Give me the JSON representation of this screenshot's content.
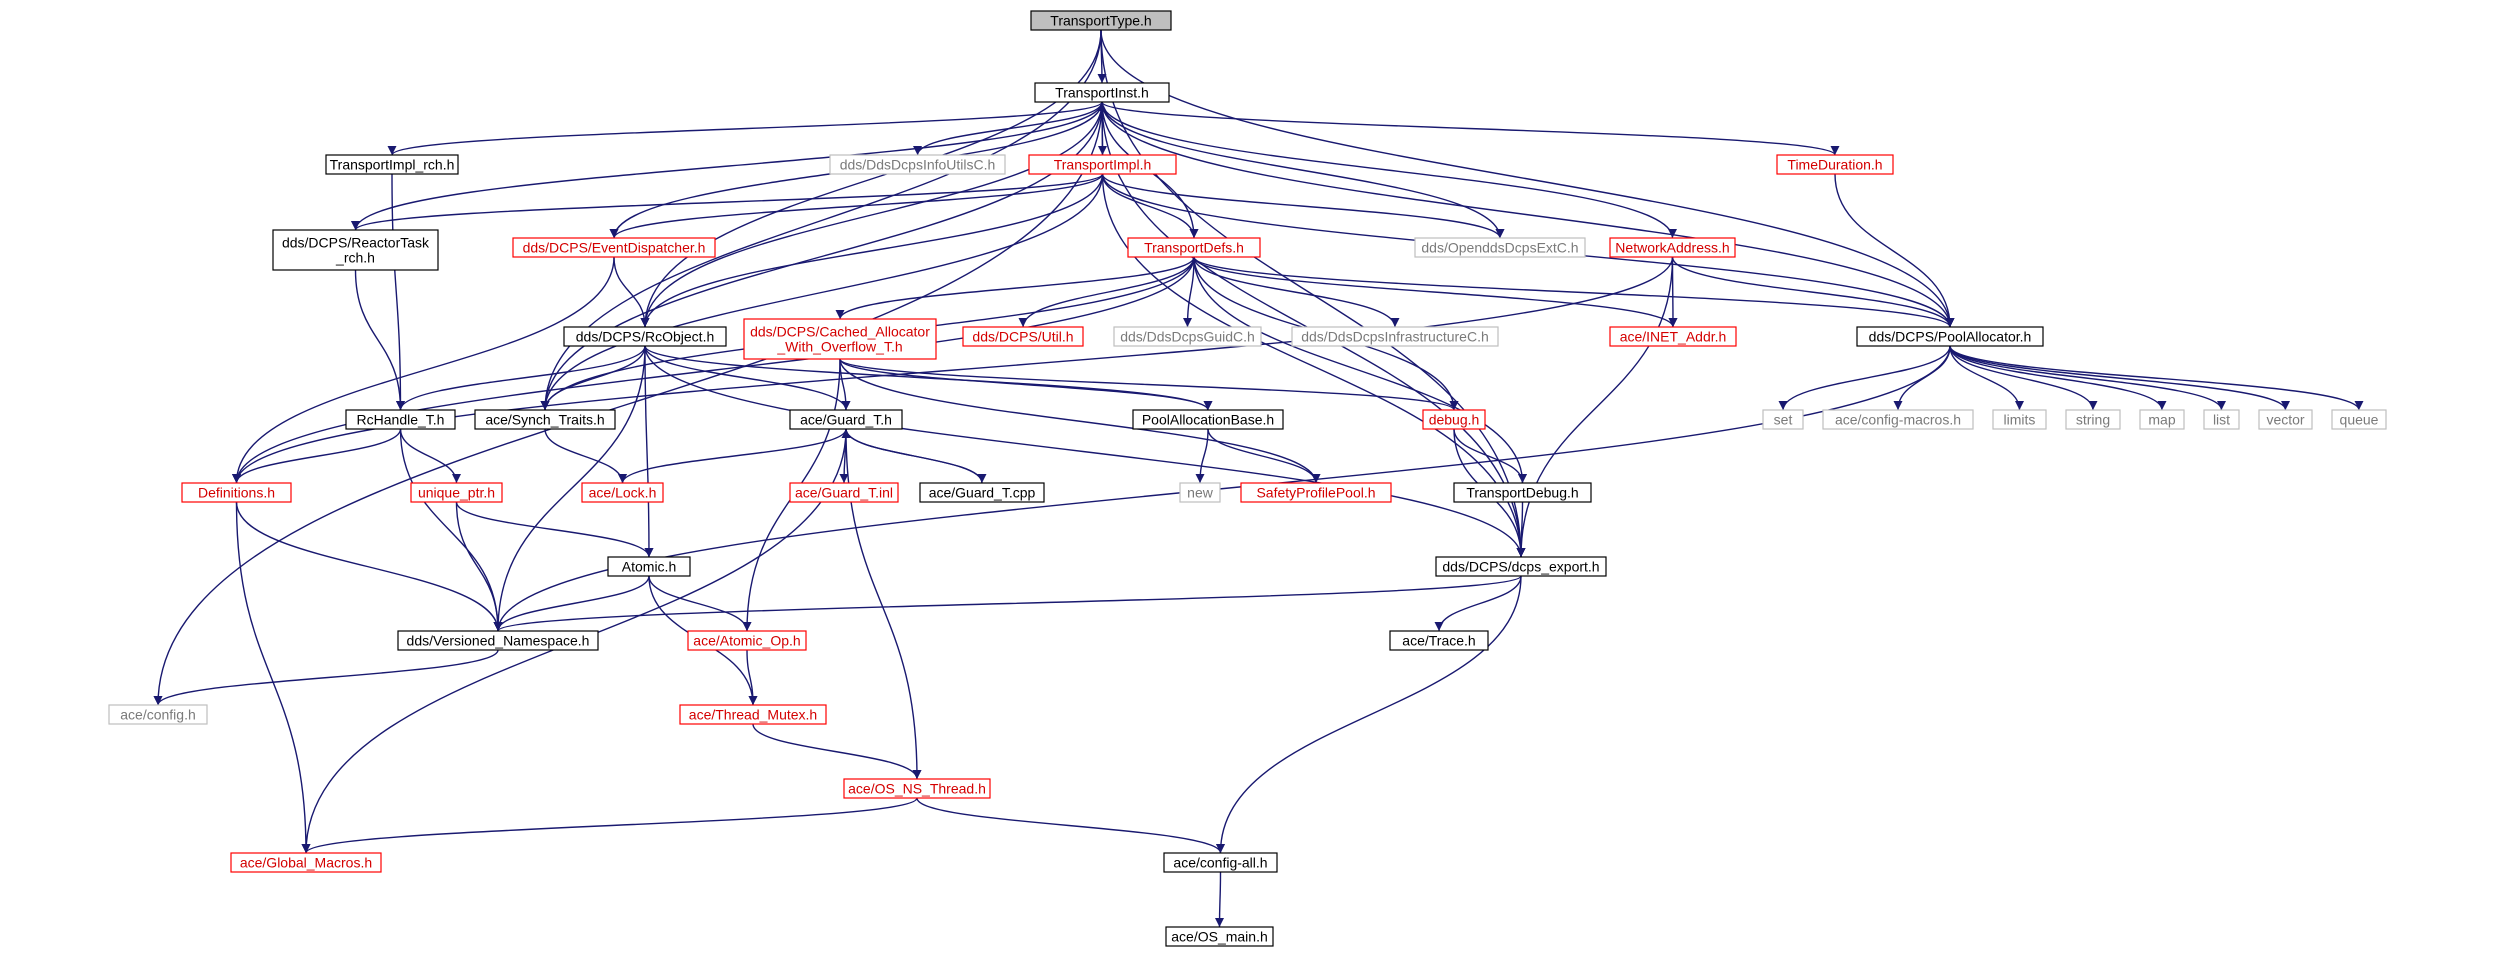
{
  "colors": {
    "root_fill": "#bfbfbf",
    "normal_border": "#000000",
    "missing_border": "#bfbfbf",
    "truncated_border": "#ff0000",
    "edge": "#191970"
  },
  "nodes": {
    "TransportType": {
      "label": "TransportType.h",
      "kind": "root"
    },
    "TransportInst": {
      "label": "TransportInst.h",
      "kind": "normal"
    },
    "TransportImplRch": {
      "label": "TransportImpl_rch.h",
      "kind": "normal"
    },
    "DdsDcpsInfoUtilsC": {
      "label": "dds/DdsDcpsInfoUtilsC.h",
      "kind": "missing"
    },
    "TransportImpl": {
      "label": "TransportImpl.h",
      "kind": "truncated"
    },
    "TimeDuration": {
      "label": "TimeDuration.h",
      "kind": "truncated"
    },
    "ReactorTaskRch": {
      "label": "dds/DCPS/ReactorTask\n_rch.h",
      "kind": "normal"
    },
    "EventDispatcher": {
      "label": "dds/DCPS/EventDispatcher.h",
      "kind": "truncated"
    },
    "TransportDefs": {
      "label": "TransportDefs.h",
      "kind": "truncated"
    },
    "OpenddsDcpsExtC": {
      "label": "dds/OpenddsDcpsExtC.h",
      "kind": "missing"
    },
    "NetworkAddress": {
      "label": "NetworkAddress.h",
      "kind": "truncated"
    },
    "RcObject": {
      "label": "dds/DCPS/RcObject.h",
      "kind": "normal"
    },
    "CachedAllocator": {
      "label": "dds/DCPS/Cached_Allocator\n_With_Overflow_T.h",
      "kind": "truncated"
    },
    "DcpsUtil": {
      "label": "dds/DCPS/Util.h",
      "kind": "truncated"
    },
    "DdsDcpsGuidC": {
      "label": "dds/DdsDcpsGuidC.h",
      "kind": "missing"
    },
    "DdsDcpsInfrastructureC": {
      "label": "dds/DdsDcpsInfrastructureC.h",
      "kind": "missing"
    },
    "INETAddr": {
      "label": "ace/INET_Addr.h",
      "kind": "truncated"
    },
    "PoolAllocator": {
      "label": "dds/DCPS/PoolAllocator.h",
      "kind": "normal"
    },
    "RcHandleT": {
      "label": "RcHandle_T.h",
      "kind": "normal"
    },
    "SynchTraits": {
      "label": "ace/Synch_Traits.h",
      "kind": "normal"
    },
    "GuardT": {
      "label": "ace/Guard_T.h",
      "kind": "normal"
    },
    "PoolAllocationBase": {
      "label": "PoolAllocationBase.h",
      "kind": "normal"
    },
    "debug": {
      "label": "debug.h",
      "kind": "truncated"
    },
    "set": {
      "label": "set",
      "kind": "missing"
    },
    "configMacros": {
      "label": "ace/config-macros.h",
      "kind": "missing"
    },
    "limits": {
      "label": "limits",
      "kind": "missing"
    },
    "string": {
      "label": "string",
      "kind": "missing"
    },
    "map": {
      "label": "map",
      "kind": "missing"
    },
    "list": {
      "label": "list",
      "kind": "missing"
    },
    "vector": {
      "label": "vector",
      "kind": "missing"
    },
    "queue": {
      "label": "queue",
      "kind": "missing"
    },
    "Definitions": {
      "label": "Definitions.h",
      "kind": "truncated"
    },
    "uniquePtr": {
      "label": "unique_ptr.h",
      "kind": "truncated"
    },
    "Lock": {
      "label": "ace/Lock.h",
      "kind": "truncated"
    },
    "GuardTinl": {
      "label": "ace/Guard_T.inl",
      "kind": "truncated"
    },
    "GuardTcpp": {
      "label": "ace/Guard_T.cpp",
      "kind": "normal"
    },
    "new": {
      "label": "new",
      "kind": "missing"
    },
    "SafetyProfilePool": {
      "label": "SafetyProfilePool.h",
      "kind": "truncated"
    },
    "TransportDebug": {
      "label": "TransportDebug.h",
      "kind": "normal"
    },
    "Atomic": {
      "label": "Atomic.h",
      "kind": "normal"
    },
    "dcpsExport": {
      "label": "dds/DCPS/dcps_export.h",
      "kind": "normal"
    },
    "VersionedNamespace": {
      "label": "dds/Versioned_Namespace.h",
      "kind": "normal"
    },
    "AtomicOp": {
      "label": "ace/Atomic_Op.h",
      "kind": "truncated"
    },
    "Trace": {
      "label": "ace/Trace.h",
      "kind": "normal"
    },
    "config": {
      "label": "ace/config.h",
      "kind": "missing"
    },
    "ThreadMutex": {
      "label": "ace/Thread_Mutex.h",
      "kind": "truncated"
    },
    "OSNSThread": {
      "label": "ace/OS_NS_Thread.h",
      "kind": "truncated"
    },
    "GlobalMacros": {
      "label": "ace/Global_Macros.h",
      "kind": "truncated"
    },
    "configAll": {
      "label": "ace/config-all.h",
      "kind": "normal"
    },
    "OSmain": {
      "label": "ace/OS_main.h",
      "kind": "normal"
    }
  },
  "edges": [
    [
      "TransportType",
      "TransportInst"
    ],
    [
      "TransportType",
      "RcObject"
    ],
    [
      "TransportType",
      "SynchTraits"
    ],
    [
      "TransportType",
      "PoolAllocator"
    ],
    [
      "TransportType",
      "dcpsExport"
    ],
    [
      "TransportInst",
      "TransportImplRch"
    ],
    [
      "TransportInst",
      "DdsDcpsInfoUtilsC"
    ],
    [
      "TransportInst",
      "TransportImpl"
    ],
    [
      "TransportInst",
      "TimeDuration"
    ],
    [
      "TransportInst",
      "ReactorTaskRch"
    ],
    [
      "TransportInst",
      "EventDispatcher"
    ],
    [
      "TransportInst",
      "TransportDefs"
    ],
    [
      "TransportInst",
      "OpenddsDcpsExtC"
    ],
    [
      "TransportInst",
      "NetworkAddress"
    ],
    [
      "TransportInst",
      "RcObject"
    ],
    [
      "TransportInst",
      "PoolAllocator"
    ],
    [
      "TransportInst",
      "SynchTraits"
    ],
    [
      "TransportInst",
      "dcpsExport"
    ],
    [
      "TransportInst",
      "config"
    ],
    [
      "TransportImplRch",
      "RcHandleT"
    ],
    [
      "TransportImpl",
      "TransportInst"
    ],
    [
      "TransportImpl",
      "ReactorTaskRch"
    ],
    [
      "TransportImpl",
      "EventDispatcher"
    ],
    [
      "TransportImpl",
      "TransportDefs"
    ],
    [
      "TransportImpl",
      "OpenddsDcpsExtC"
    ],
    [
      "TransportImpl",
      "RcObject"
    ],
    [
      "TransportImpl",
      "SynchTraits"
    ],
    [
      "TransportImpl",
      "PoolAllocator"
    ],
    [
      "TransportImpl",
      "dcpsExport"
    ],
    [
      "TimeDuration",
      "PoolAllocator"
    ],
    [
      "ReactorTaskRch",
      "RcHandleT"
    ],
    [
      "EventDispatcher",
      "RcObject"
    ],
    [
      "EventDispatcher",
      "Definitions"
    ],
    [
      "TransportDefs",
      "CachedAllocator"
    ],
    [
      "TransportDefs",
      "DcpsUtil"
    ],
    [
      "TransportDefs",
      "DdsDcpsGuidC"
    ],
    [
      "TransportDefs",
      "DdsDcpsInfrastructureC"
    ],
    [
      "TransportDefs",
      "INETAddr"
    ],
    [
      "TransportDefs",
      "PoolAllocator"
    ],
    [
      "TransportDefs",
      "debug"
    ],
    [
      "TransportDefs",
      "TransportDebug"
    ],
    [
      "TransportDefs",
      "Definitions"
    ],
    [
      "TransportDefs",
      "SynchTraits"
    ],
    [
      "NetworkAddress",
      "INETAddr"
    ],
    [
      "NetworkAddress",
      "PoolAllocator"
    ],
    [
      "NetworkAddress",
      "dcpsExport"
    ],
    [
      "NetworkAddress",
      "Definitions"
    ],
    [
      "RcObject",
      "RcHandleT"
    ],
    [
      "RcObject",
      "SynchTraits"
    ],
    [
      "RcObject",
      "GuardT"
    ],
    [
      "RcObject",
      "PoolAllocationBase"
    ],
    [
      "RcObject",
      "Atomic"
    ],
    [
      "RcObject",
      "dcpsExport"
    ],
    [
      "RcObject",
      "VersionedNamespace"
    ],
    [
      "CachedAllocator",
      "GuardT"
    ],
    [
      "CachedAllocator",
      "PoolAllocationBase"
    ],
    [
      "CachedAllocator",
      "debug"
    ],
    [
      "CachedAllocator",
      "SafetyProfilePool"
    ],
    [
      "CachedAllocator",
      "AtomicOp"
    ],
    [
      "PoolAllocator",
      "set"
    ],
    [
      "PoolAllocator",
      "configMacros"
    ],
    [
      "PoolAllocator",
      "limits"
    ],
    [
      "PoolAllocator",
      "string"
    ],
    [
      "PoolAllocator",
      "map"
    ],
    [
      "PoolAllocator",
      "list"
    ],
    [
      "PoolAllocator",
      "vector"
    ],
    [
      "PoolAllocator",
      "queue"
    ],
    [
      "PoolAllocator",
      "VersionedNamespace"
    ],
    [
      "RcHandleT",
      "Definitions"
    ],
    [
      "RcHandleT",
      "uniquePtr"
    ],
    [
      "RcHandleT",
      "VersionedNamespace"
    ],
    [
      "SynchTraits",
      "Lock"
    ],
    [
      "GuardT",
      "Lock"
    ],
    [
      "GuardT",
      "GuardTinl"
    ],
    [
      "GuardT",
      "GuardTcpp"
    ],
    [
      "GuardT",
      "GlobalMacros"
    ],
    [
      "GuardT",
      "OSNSThread"
    ],
    [
      "GuardTcpp",
      "GuardT"
    ],
    [
      "PoolAllocationBase",
      "new"
    ],
    [
      "PoolAllocationBase",
      "SafetyProfilePool"
    ],
    [
      "debug",
      "TransportDebug"
    ],
    [
      "debug",
      "dcpsExport"
    ],
    [
      "TransportDebug",
      "dcpsExport"
    ],
    [
      "Definitions",
      "VersionedNamespace"
    ],
    [
      "Definitions",
      "GlobalMacros"
    ],
    [
      "uniquePtr",
      "Atomic"
    ],
    [
      "uniquePtr",
      "VersionedNamespace"
    ],
    [
      "Atomic",
      "VersionedNamespace"
    ],
    [
      "Atomic",
      "AtomicOp"
    ],
    [
      "Atomic",
      "ThreadMutex"
    ],
    [
      "dcpsExport",
      "VersionedNamespace"
    ],
    [
      "dcpsExport",
      "Trace"
    ],
    [
      "dcpsExport",
      "configAll"
    ],
    [
      "VersionedNamespace",
      "config"
    ],
    [
      "AtomicOp",
      "ThreadMutex"
    ],
    [
      "ThreadMutex",
      "OSNSThread"
    ],
    [
      "OSNSThread",
      "GlobalMacros"
    ],
    [
      "OSNSThread",
      "configAll"
    ],
    [
      "configAll",
      "OSmain"
    ]
  ]
}
